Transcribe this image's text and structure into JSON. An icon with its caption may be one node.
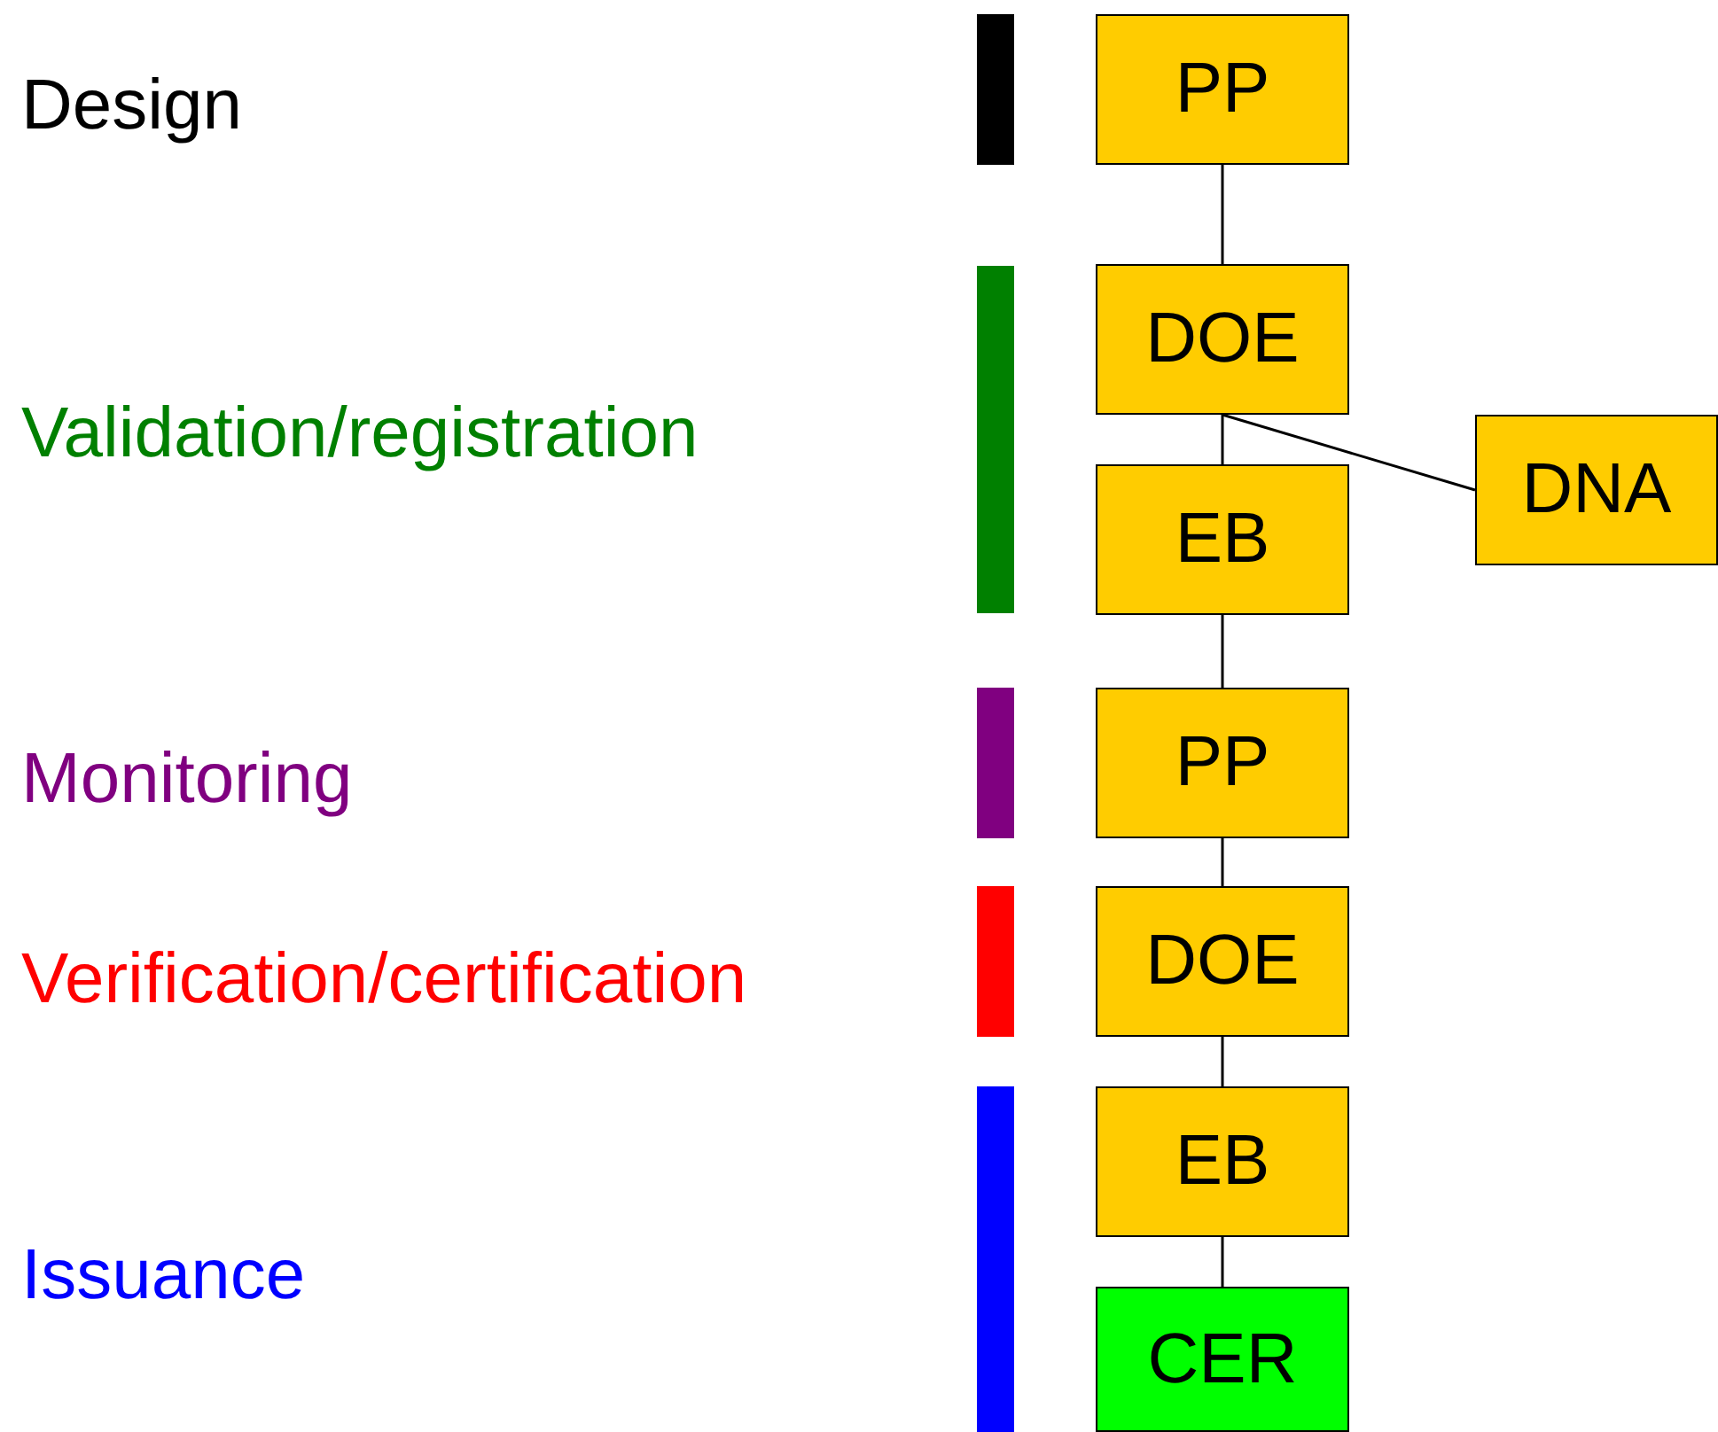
{
  "diagram": {
    "nodes": [
      {
        "text": [
          "PP"
        ]
      },
      {
        "text": [
          "DOE"
        ]
      },
      {
        "text": [
          "EB"
        ]
      },
      {
        "text": [
          "DNA"
        ]
      },
      {
        "text": [
          "PP"
        ]
      },
      {
        "text": [
          "DOE"
        ]
      },
      {
        "text": [
          "EB"
        ]
      },
      {
        "text": [
          "CER"
        ]
      }
    ],
    "edges": [
      {
        "from": 0,
        "to": 1,
        "arrow": "none"
      },
      {
        "from": 1,
        "to": 2,
        "arrow": "none"
      },
      {
        "from": 1,
        "to": 3,
        "arrow": "none"
      },
      {
        "from": 2,
        "to": 4,
        "arrow": "none"
      },
      {
        "from": 4,
        "to": 5,
        "arrow": "none"
      },
      {
        "from": 5,
        "to": 6,
        "arrow": "none"
      },
      {
        "from": 6,
        "to": 7,
        "arrow": "none"
      }
    ],
    "legend": [
      {
        "text": "Design",
        "color": "#000000"
      },
      {
        "text": "Validation/registration",
        "color": "#008000"
      },
      {
        "text": "Monitoring",
        "color": "#800080"
      },
      {
        "text": "Verification/certification",
        "color": "#ff0000"
      },
      {
        "text": "Issuance",
        "color": "#0000ff"
      }
    ]
  }
}
